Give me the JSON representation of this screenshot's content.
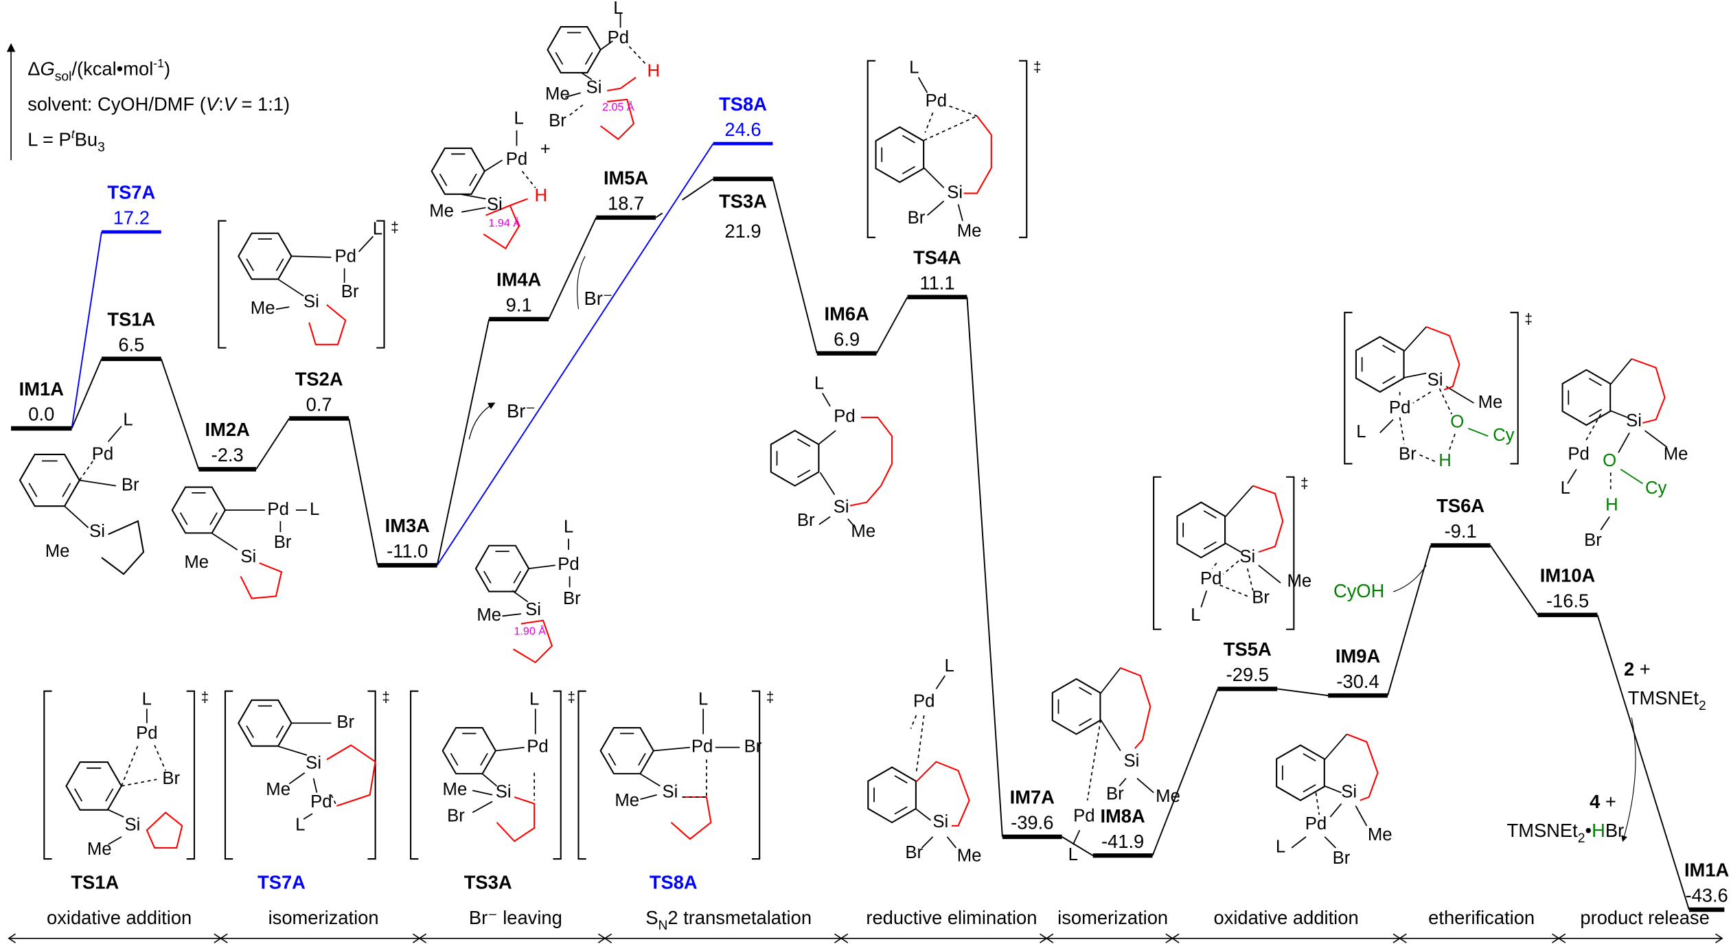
{
  "header": {
    "delta_g": {
      "delta": "Δ",
      "g": "G",
      "sub": "sol",
      "unit": "/(kcal•mol",
      "sup": "-1",
      "close": ")"
    },
    "solvent": {
      "prefix": "solvent: CyOH/DMF (",
      "v1": "V",
      "colon": ":",
      "v2": "V",
      "rest": " = 1:1)"
    },
    "ligand": {
      "prefix": "L = P",
      "sup": "t",
      "mid": "Bu",
      "sub": "3"
    }
  },
  "colors": {
    "main_path": "#000000",
    "alternative_path": "#0000ff",
    "ring_bond": "#ff0000",
    "distance": "#e000e0",
    "solvent": "#008000"
  },
  "levels": [
    {
      "name": "IM1A",
      "value": "0.0",
      "path": "main"
    },
    {
      "name": "TS1A",
      "value": "6.5",
      "path": "main"
    },
    {
      "name": "IM2A",
      "value": "-2.3",
      "path": "main"
    },
    {
      "name": "TS2A",
      "value": "0.7",
      "path": "main"
    },
    {
      "name": "IM3A",
      "value": "-11.0",
      "path": "main"
    },
    {
      "name": "IM4A",
      "value": "9.1",
      "path": "main"
    },
    {
      "name": "IM5A",
      "value": "18.7",
      "path": "main"
    },
    {
      "name": "TS3A",
      "value": "21.9",
      "path": "main"
    },
    {
      "name": "IM6A",
      "value": "6.9",
      "path": "main"
    },
    {
      "name": "TS4A",
      "value": "11.1",
      "path": "main"
    },
    {
      "name": "IM7A",
      "value": "-39.6",
      "path": "main"
    },
    {
      "name": "IM8A",
      "value": "-41.9",
      "path": "main"
    },
    {
      "name": "TS5A",
      "value": "-29.5",
      "path": "main"
    },
    {
      "name": "IM9A",
      "value": "-30.4",
      "path": "main"
    },
    {
      "name": "TS6A",
      "value": "-9.1",
      "path": "main"
    },
    {
      "name": "IM10A",
      "value": "-16.5",
      "path": "main"
    },
    {
      "name": "IM1A",
      "value": "-43.6",
      "path": "main"
    },
    {
      "name": "TS7A",
      "value": "17.2",
      "path": "alternative"
    },
    {
      "name": "TS8A",
      "value": "24.6",
      "path": "alternative"
    }
  ],
  "annotations": {
    "br_leaving_1": "Br⁻",
    "br_leaving_2": "Br⁻",
    "cyoh": "CyOH",
    "reactant_2": "2",
    "plus": "+",
    "tmsnet2": {
      "base": "TMSNEt",
      "sub": "2"
    },
    "product_4": "4",
    "tmsnet2_hbr": {
      "base": "TMSNEt",
      "sub": "2",
      "dot": "•",
      "h": "H",
      "br": "Br"
    },
    "dagger": "‡"
  },
  "bottom_ts_labels": [
    {
      "name": "TS1A",
      "path": "main"
    },
    {
      "name": "TS7A",
      "path": "alternative"
    },
    {
      "name": "TS3A",
      "path": "main"
    },
    {
      "name": "TS8A",
      "path": "alternative"
    }
  ],
  "phases": [
    {
      "label": "oxidative addition"
    },
    {
      "label": "isomerization"
    },
    {
      "label": "Br⁻ leaving"
    },
    {
      "label": "transmetalation",
      "prefix": "S",
      "sub": "N",
      "mid": "2 "
    },
    {
      "label": "reductive elimination"
    },
    {
      "label": "isomerization"
    },
    {
      "label": "oxidative addition"
    },
    {
      "label": "etherification"
    },
    {
      "label": "product release"
    }
  ],
  "structures": {
    "im1a": [
      "L",
      "Pd",
      "Br",
      "Si",
      "Me"
    ],
    "ts2a": [
      "L",
      "Pd",
      "Br",
      "Si",
      "Me"
    ],
    "im2a": [
      "Pd",
      "L",
      "Br",
      "Si",
      "Me"
    ],
    "im4a": [
      "L",
      "Pd",
      "+",
      "H",
      "Si",
      "Me",
      "1.94 Å"
    ],
    "im5a": [
      "L",
      "Pd",
      "H",
      "Si",
      "Me",
      "Br",
      "2.05 Å"
    ],
    "im3a": [
      "L",
      "Pd",
      "Br",
      "Si",
      "Me",
      "1.90 Å"
    ],
    "ts4a": [
      "L",
      "Pd",
      "Si",
      "Br",
      "Me"
    ],
    "im6a": [
      "L",
      "Pd",
      "Si",
      "Br",
      "Me"
    ],
    "ts5a": [
      "Si",
      "Me",
      "Pd",
      "Br",
      "L"
    ],
    "ts6a": [
      "Si",
      "Me",
      "Pd",
      "L",
      "O",
      "Cy",
      "Br",
      "H"
    ],
    "im10a": [
      "Si",
      "Me",
      "Pd",
      "L",
      "O",
      "Cy",
      "H",
      "Br"
    ],
    "im7a": [
      "L",
      "Pd",
      "Si",
      "Br",
      "Me"
    ],
    "im8a": [
      "Si",
      "Br",
      "Me",
      "Pd",
      "L"
    ],
    "im9a": [
      "Si",
      "Me",
      "Pd",
      "L",
      "Br"
    ],
    "ts1a": [
      "L",
      "Pd",
      "Br",
      "Si",
      "Me"
    ],
    "ts7a": [
      "Br",
      "Si",
      "Me",
      "Pd",
      "L"
    ],
    "ts3a": [
      "L",
      "Pd",
      "Si",
      "Me",
      "Br"
    ],
    "ts8a": [
      "L",
      "Pd",
      "Br",
      "Si",
      "Me"
    ]
  }
}
